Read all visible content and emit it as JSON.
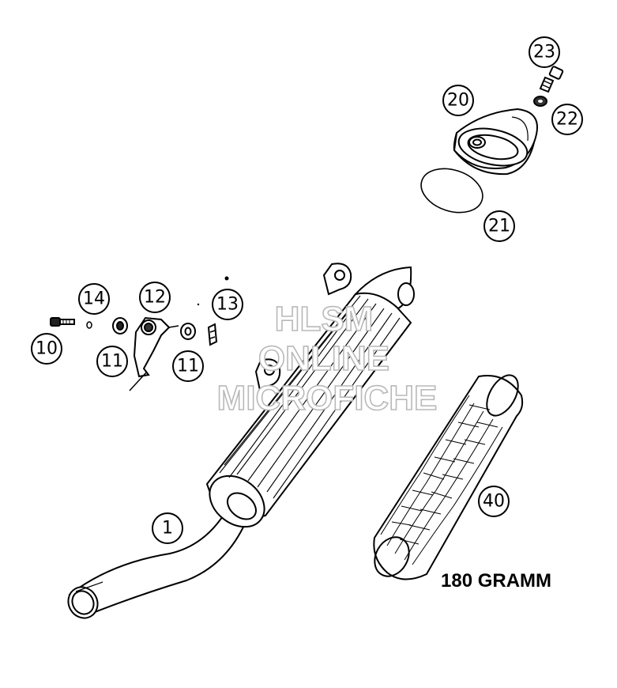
{
  "callouts": [
    {
      "id": "c23",
      "text": "23"
    },
    {
      "id": "c20",
      "text": "20"
    },
    {
      "id": "c22",
      "text": "22"
    },
    {
      "id": "c21",
      "text": "21"
    },
    {
      "id": "c14",
      "text": "14"
    },
    {
      "id": "c12",
      "text": "12"
    },
    {
      "id": "c13",
      "text": "13"
    },
    {
      "id": "c10",
      "text": "10"
    },
    {
      "id": "c11a",
      "text": "11"
    },
    {
      "id": "c11b",
      "text": "11"
    },
    {
      "id": "c1",
      "text": "1"
    },
    {
      "id": "c40",
      "text": "40"
    }
  ],
  "watermark": {
    "line1": "HLSM",
    "line2": "ONLINE",
    "line3": "MICROFICHE"
  },
  "weight_label": "180 GRAMM"
}
